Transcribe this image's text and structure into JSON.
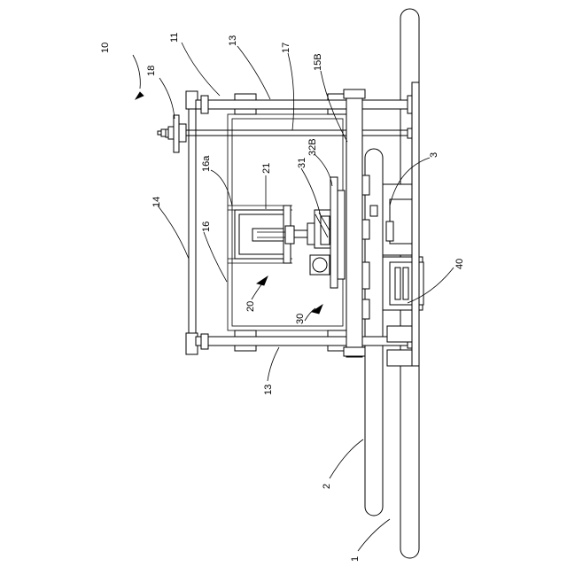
{
  "figure": {
    "labels": {
      "l10": "10",
      "l11": "11",
      "l13a": "13",
      "l17": "17",
      "l15B": "15B",
      "l18": "18",
      "l16a": "16a",
      "l21": "21",
      "l31": "31",
      "l32B": "32B",
      "l3": "3",
      "l14": "14",
      "l16": "16",
      "l20": "20",
      "l30": "30",
      "l40": "40",
      "l13b": "13",
      "l2": "2",
      "l1": "1"
    }
  }
}
